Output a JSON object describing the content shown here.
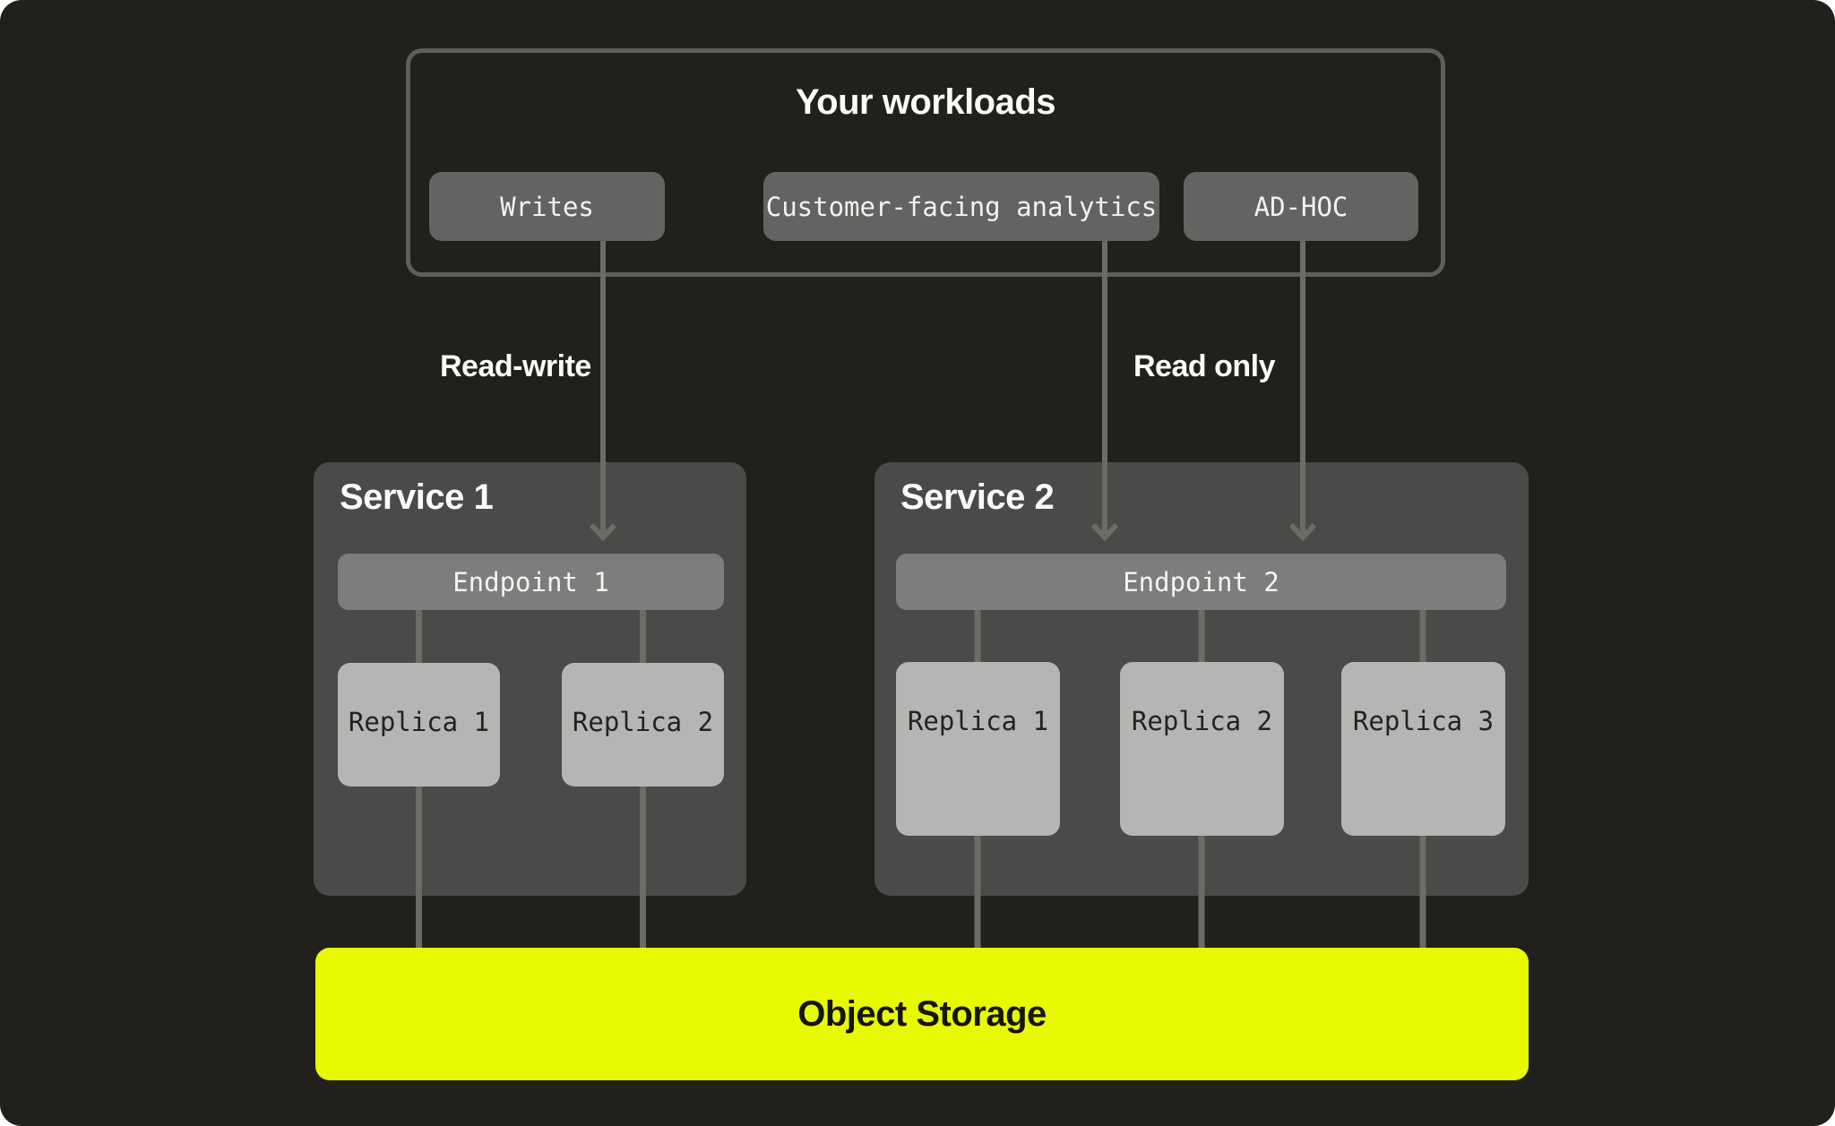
{
  "workloads": {
    "title": "Your workloads",
    "items": [
      {
        "label": "Writes"
      },
      {
        "label": "Customer-facing analytics"
      },
      {
        "label": "AD-HOC"
      }
    ]
  },
  "edges": {
    "read_write": "Read-write",
    "read_only": "Read only"
  },
  "services": [
    {
      "title": "Service 1",
      "endpoint": "Endpoint 1",
      "replicas": [
        "Replica 1",
        "Replica 2"
      ]
    },
    {
      "title": "Service 2",
      "endpoint": "Endpoint 2",
      "replicas": [
        "Replica 1",
        "Replica 2",
        "Replica 3"
      ]
    }
  ],
  "storage": {
    "label": "Object Storage"
  },
  "colors": {
    "background": "#21201C",
    "panel_border": "#5E5E5B",
    "chip_fill": "#636361",
    "service_fill": "#4A4A48",
    "endpoint_fill": "#7D7D7B",
    "replica_fill": "#B5B5B3",
    "connector": "#6B6B68",
    "storage_accent": "#E7FA02",
    "title_text": "#FAFAF8",
    "replica_text": "#222220"
  }
}
